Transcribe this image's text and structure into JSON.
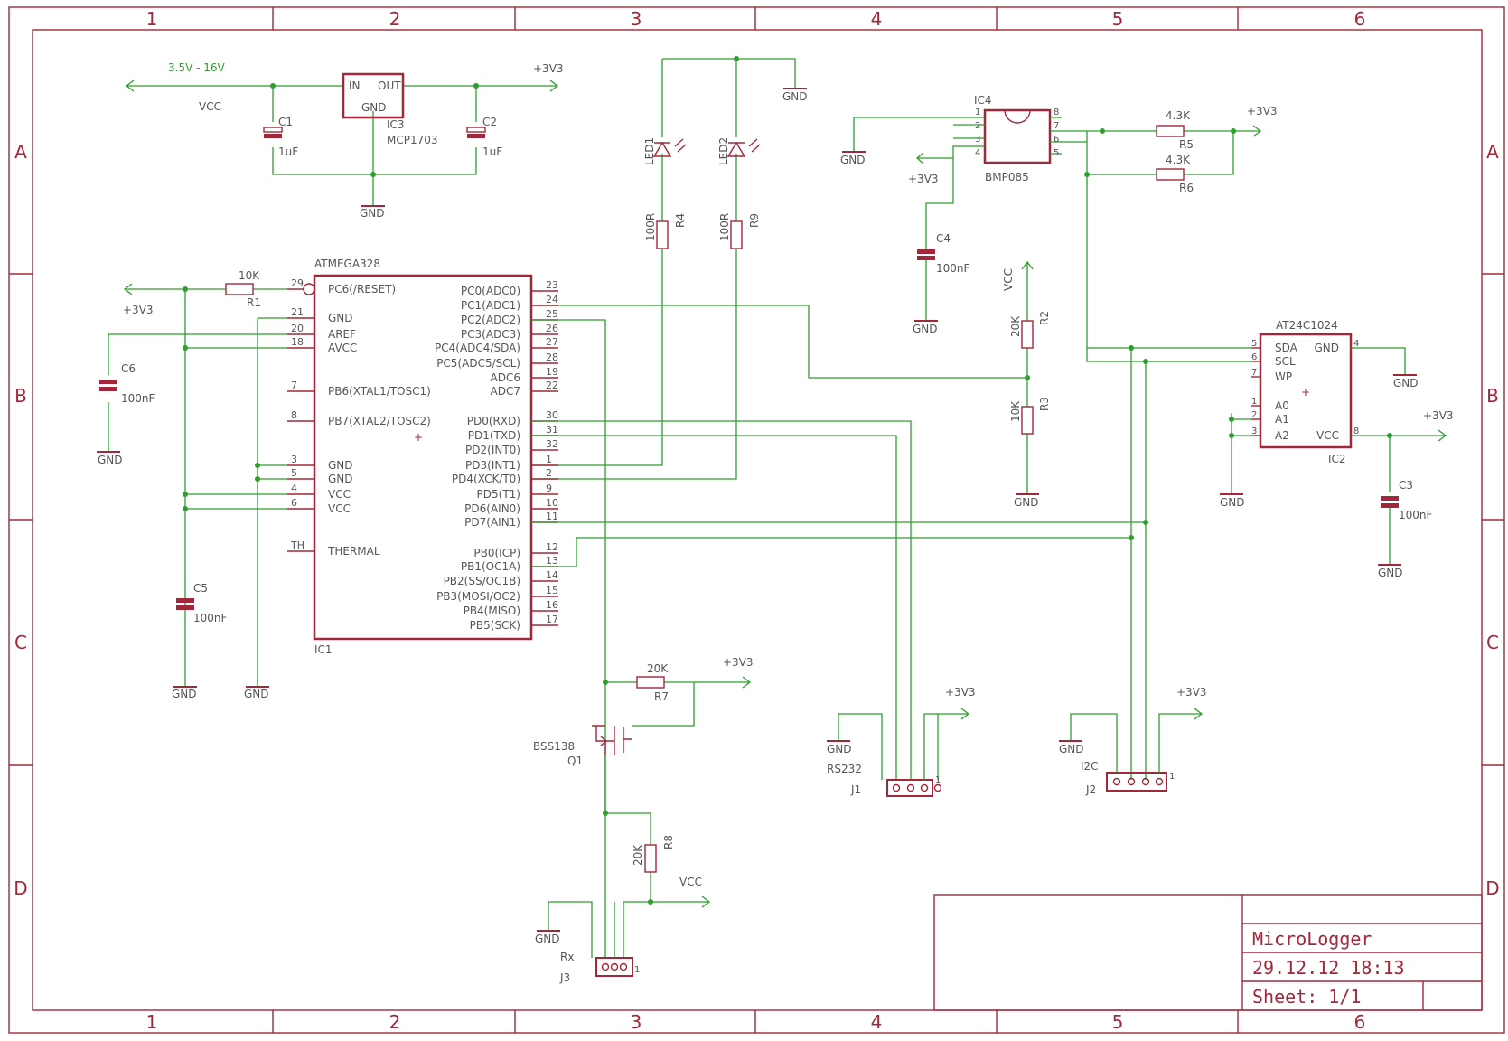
{
  "frame": {
    "columns": [
      "1",
      "2",
      "3",
      "4",
      "5",
      "6"
    ],
    "rows": [
      "A",
      "B",
      "C",
      "D"
    ]
  },
  "title_block": {
    "name": "MicroLogger",
    "date": "29.12.12 18:13",
    "sheet": "Sheet: 1/1"
  },
  "power": {
    "input_range": "3.5V - 16V",
    "vcc": "VCC",
    "out": "+3V3",
    "gnd": "GND",
    "regulator_name": "IC3",
    "regulator_value": "MCP1703",
    "reg_in": "IN",
    "reg_out": "OUT",
    "reg_gnd": "GND",
    "c1": "C1",
    "c1_val": "1uF",
    "c2": "C2",
    "c2_val": "1uF"
  },
  "leds": {
    "led1": "LED1",
    "led2": "LED2",
    "r4": "R4",
    "r9": "R9",
    "r_val": "100R",
    "gnd": "GND"
  },
  "bmp": {
    "name": "IC4",
    "value": "BMP085",
    "pins": [
      "1",
      "2",
      "3",
      "4",
      "8",
      "7",
      "6",
      "5"
    ],
    "r5": "R5",
    "r6": "R6",
    "r_val": "4.3K",
    "c4": "C4",
    "c4_val": "100nF",
    "supply": "+3V3",
    "gnd": "GND"
  },
  "divider": {
    "vcc": "VCC",
    "r2": "R2",
    "r2_val": "20K",
    "r3": "R3",
    "r3_val": "10K",
    "gnd": "GND"
  },
  "mcu": {
    "name": "ATMEGA328",
    "ref": "IC1",
    "left_pins": [
      {
        "num": "29",
        "name": "PC6(/RESET)"
      },
      {
        "num": "21",
        "name": "GND"
      },
      {
        "num": "20",
        "name": "AREF"
      },
      {
        "num": "18",
        "name": "AVCC"
      },
      {
        "num": "7",
        "name": "PB6(XTAL1/TOSC1)"
      },
      {
        "num": "8",
        "name": "PB7(XTAL2/TOSC2)"
      },
      {
        "num": "3",
        "name": "GND"
      },
      {
        "num": "5",
        "name": "GND"
      },
      {
        "num": "4",
        "name": "VCC"
      },
      {
        "num": "6",
        "name": "VCC"
      },
      {
        "num": "TH",
        "name": "THERMAL"
      }
    ],
    "right_pins": [
      {
        "num": "23",
        "name": "PC0(ADC0)"
      },
      {
        "num": "24",
        "name": "PC1(ADC1)"
      },
      {
        "num": "25",
        "name": "PC2(ADC2)"
      },
      {
        "num": "26",
        "name": "PC3(ADC3)"
      },
      {
        "num": "27",
        "name": "PC4(ADC4/SDA)"
      },
      {
        "num": "28",
        "name": "PC5(ADC5/SCL)"
      },
      {
        "num": "19",
        "name": "ADC6"
      },
      {
        "num": "22",
        "name": "ADC7"
      },
      {
        "num": "30",
        "name": "PD0(RXD)"
      },
      {
        "num": "31",
        "name": "PD1(TXD)"
      },
      {
        "num": "32",
        "name": "PD2(INT0)"
      },
      {
        "num": "1",
        "name": "PD3(INT1)"
      },
      {
        "num": "2",
        "name": "PD4(XCK/T0)"
      },
      {
        "num": "9",
        "name": "PD5(T1)"
      },
      {
        "num": "10",
        "name": "PD6(AIN0)"
      },
      {
        "num": "11",
        "name": "PD7(AIN1)"
      },
      {
        "num": "12",
        "name": "PB0(ICP)"
      },
      {
        "num": "13",
        "name": "PB1(OC1A)"
      },
      {
        "num": "14",
        "name": "PB2(SS/OC1B)"
      },
      {
        "num": "15",
        "name": "PB3(MOSI/OC2)"
      },
      {
        "num": "16",
        "name": "PB4(MISO)"
      },
      {
        "num": "17",
        "name": "PB5(SCK)"
      }
    ],
    "r1": "R1",
    "r1_val": "10K",
    "c5": "C5",
    "c5_val": "100nF",
    "c6": "C6",
    "c6_val": "100nF",
    "supply": "+3V3",
    "gnd": "GND"
  },
  "eeprom": {
    "name": "AT24C1024",
    "ref": "IC2",
    "pins_left": [
      {
        "num": "5",
        "name": "SDA"
      },
      {
        "num": "6",
        "name": "SCL"
      },
      {
        "num": "7",
        "name": "WP"
      },
      {
        "num": "1",
        "name": "A0"
      },
      {
        "num": "2",
        "name": "A1"
      },
      {
        "num": "3",
        "name": "A2"
      }
    ],
    "pins_right": [
      {
        "num": "4",
        "name": "GND"
      },
      {
        "num": "8",
        "name": "VCC"
      }
    ],
    "c3": "C3",
    "c3_val": "100nF",
    "supply": "+3V3",
    "gnd": "GND"
  },
  "rx": {
    "q1": "Q1",
    "q1_val": "BSS138",
    "r7": "R7",
    "r7_val": "20K",
    "r8": "R8",
    "r8_val": "20K",
    "supply": "+3V3",
    "vcc": "VCC",
    "gnd": "GND"
  },
  "connectors": {
    "j1": "J1",
    "j1_val": "RS232",
    "j2": "J2",
    "j2_val": "I2C",
    "j3": "J3",
    "j3_val": "Rx",
    "pin1": "1",
    "supply": "+3V3",
    "gnd": "GND"
  }
}
